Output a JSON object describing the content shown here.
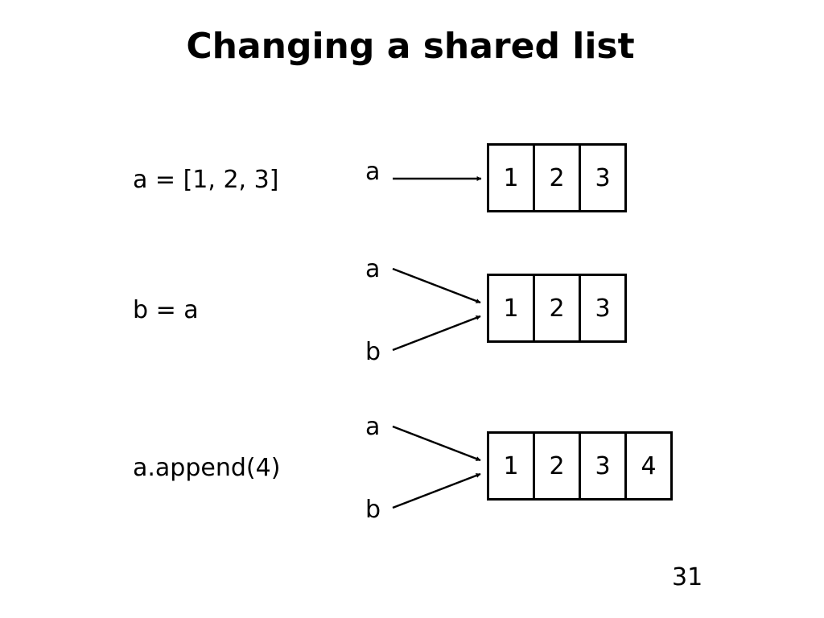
{
  "title": "Changing a shared list",
  "steps": [
    {
      "code": "a = [1, 2, 3]",
      "names": [
        "a"
      ],
      "cells": [
        "1",
        "2",
        "3"
      ]
    },
    {
      "code": "b = a",
      "names": [
        "a",
        "b"
      ],
      "cells": [
        "1",
        "2",
        "3"
      ]
    },
    {
      "code": "a.append(4)",
      "names": [
        "a",
        "b"
      ],
      "cells": [
        "1",
        "2",
        "3",
        "4"
      ]
    }
  ],
  "page_number": "31"
}
